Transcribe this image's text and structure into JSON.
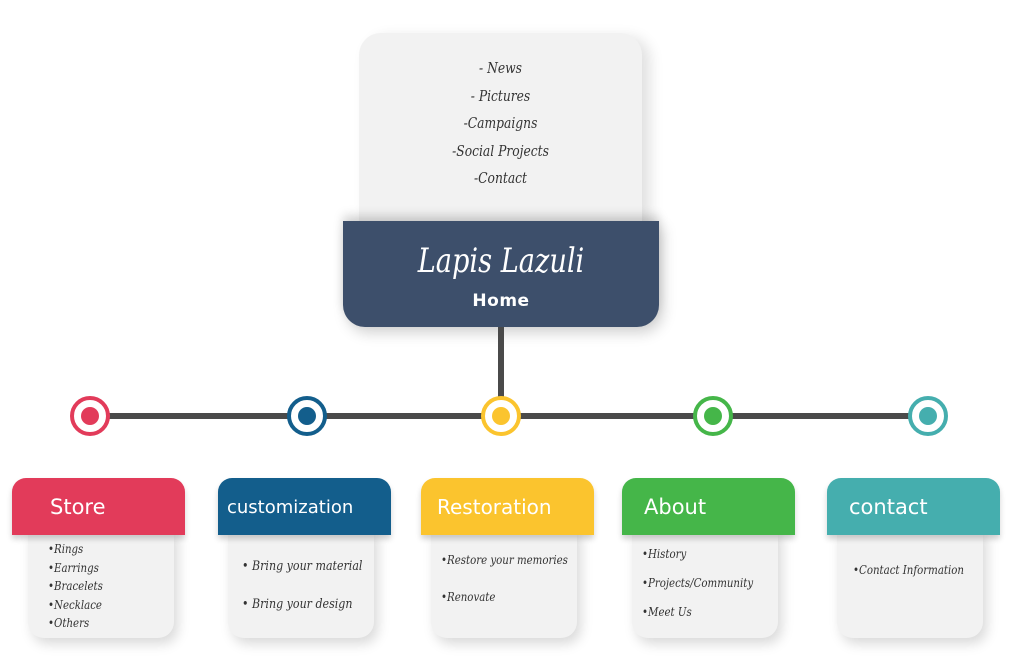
{
  "top_card": {
    "items": [
      "- News",
      "- Pictures",
      "-Campaigns",
      "-Social Projects",
      "-Contact"
    ]
  },
  "home": {
    "title": "Lapis Lazuli",
    "subtitle": "Home"
  },
  "colors": {
    "home": "#3d4f6b",
    "store": "#e23b5a",
    "customization": "#135e8c",
    "restoration": "#fbc42e",
    "about": "#45b649",
    "contact": "#45aeae",
    "connector": "#4a4a4a",
    "card_bg": "#f2f2f2"
  },
  "categories": [
    {
      "title": "Store",
      "items": [
        "•Rings",
        "•Earrings",
        "•Bracelets",
        "•Necklace",
        "•Others"
      ]
    },
    {
      "title": "customization",
      "items": [
        "• Bring your material",
        "• Bring your design"
      ]
    },
    {
      "title": "Restoration",
      "items": [
        "•Restore your memories",
        "•Renovate"
      ]
    },
    {
      "title": "About",
      "items": [
        "•History",
        "•Projects/Community",
        "•Meet Us"
      ]
    },
    {
      "title": "contact",
      "items": [
        "•Contact Information"
      ]
    }
  ]
}
